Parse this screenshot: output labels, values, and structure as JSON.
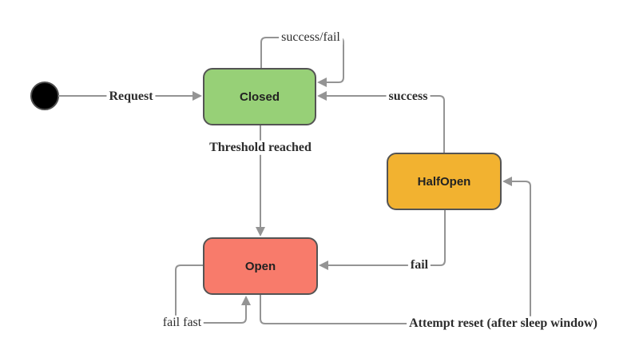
{
  "diagram": {
    "type": "state-machine",
    "states": [
      {
        "id": "closed",
        "label": "Closed",
        "fill": "#97D077"
      },
      {
        "id": "halfopen",
        "label": "HalfOpen",
        "fill": "#F2B230"
      },
      {
        "id": "open",
        "label": "Open",
        "fill": "#F87B6B"
      }
    ],
    "initial_state": {
      "id": "initial",
      "shape": "filled-circle",
      "fill": "#000000"
    },
    "transitions": [
      {
        "id": "request",
        "label": "Request",
        "from": "initial",
        "to": "closed"
      },
      {
        "id": "success-fail",
        "label": "success/fail",
        "from": "closed",
        "to": "closed"
      },
      {
        "id": "success",
        "label": "success",
        "from": "halfopen",
        "to": "closed"
      },
      {
        "id": "threshold",
        "label": "Threshold reached",
        "from": "closed",
        "to": "open"
      },
      {
        "id": "fail",
        "label": "fail",
        "from": "halfopen",
        "to": "open"
      },
      {
        "id": "fail-fast",
        "label": "fail fast",
        "from": "open",
        "to": "open"
      },
      {
        "id": "attempt-reset",
        "label": "Attempt reset (after sleep window)",
        "from": "open",
        "to": "halfopen"
      }
    ],
    "colors": {
      "background": "#ffffff",
      "edge": "#949494",
      "state_border": "#545454",
      "state_text": "#222222",
      "label_text": "#2d2d2d",
      "initial_node": "#000000"
    }
  }
}
